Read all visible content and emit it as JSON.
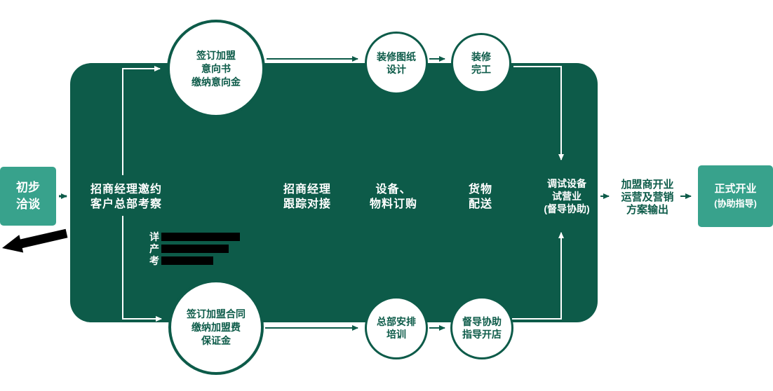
{
  "colors": {
    "dark_green": "#0d5b49",
    "teal": "#38a28c",
    "circle_bg": "#ffffff",
    "annotation_black": "#000000"
  },
  "start_box": {
    "lines": [
      "初步",
      "洽谈"
    ]
  },
  "main_steps": [
    {
      "lines": [
        "招商经理邀约",
        "客户总部考察"
      ]
    },
    {
      "lines": [
        "招商经理",
        "跟踪对接"
      ]
    },
    {
      "lines": [
        "设备、",
        "物料订购"
      ]
    },
    {
      "lines": [
        "货物",
        "配送"
      ]
    },
    {
      "lines": [
        "调试设备",
        "试营业",
        "(督导协助)"
      ]
    }
  ],
  "top_circles": [
    {
      "lines": [
        "签订加盟",
        "意向书",
        "缴纳意向金"
      ]
    },
    {
      "lines": [
        "装修图纸",
        "设计"
      ]
    },
    {
      "lines": [
        "装修",
        "完工"
      ]
    }
  ],
  "bottom_circles": [
    {
      "lines": [
        "签订加盟合同",
        "缴纳加盟费",
        "保证金"
      ]
    },
    {
      "lines": [
        "总部安排",
        "培训"
      ]
    },
    {
      "lines": [
        "督导协助",
        "指导开店"
      ]
    }
  ],
  "note": {
    "visible_chars": [
      "详",
      "产",
      "考"
    ],
    "redacted": true
  },
  "output_text": {
    "lines": [
      "加盟商开业",
      "运营及营销",
      "方案输出"
    ]
  },
  "end_box": {
    "lines": [
      "正式开业",
      "(协助指导)"
    ]
  }
}
